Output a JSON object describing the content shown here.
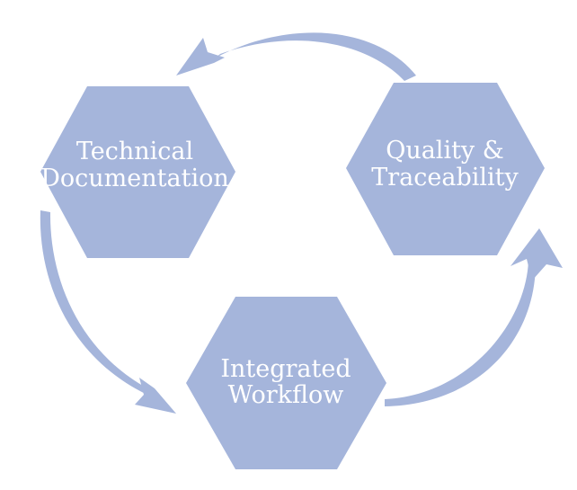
{
  "colors": {
    "hexagon_fill": "#a5b5db",
    "arrow_fill": "#a5b5db",
    "label_text": "#ffffff",
    "background": "#ffffff"
  },
  "nodes": {
    "technical_documentation": {
      "line1": "Technical",
      "line2": "Documentation"
    },
    "quality_traceability": {
      "line1": "Quality &",
      "line2": "Traceability"
    },
    "integrated_workflow": {
      "line1": "Integrated",
      "line2": "Workflow"
    }
  },
  "arrows": [
    {
      "name": "quality-to-technical-arrow",
      "from": "Quality & Traceability",
      "to": "Technical Documentation"
    },
    {
      "name": "technical-to-workflow-arrow",
      "from": "Technical Documentation",
      "to": "Integrated Workflow"
    },
    {
      "name": "workflow-to-quality-arrow",
      "from": "Integrated Workflow",
      "to": "Quality & Traceability"
    }
  ]
}
